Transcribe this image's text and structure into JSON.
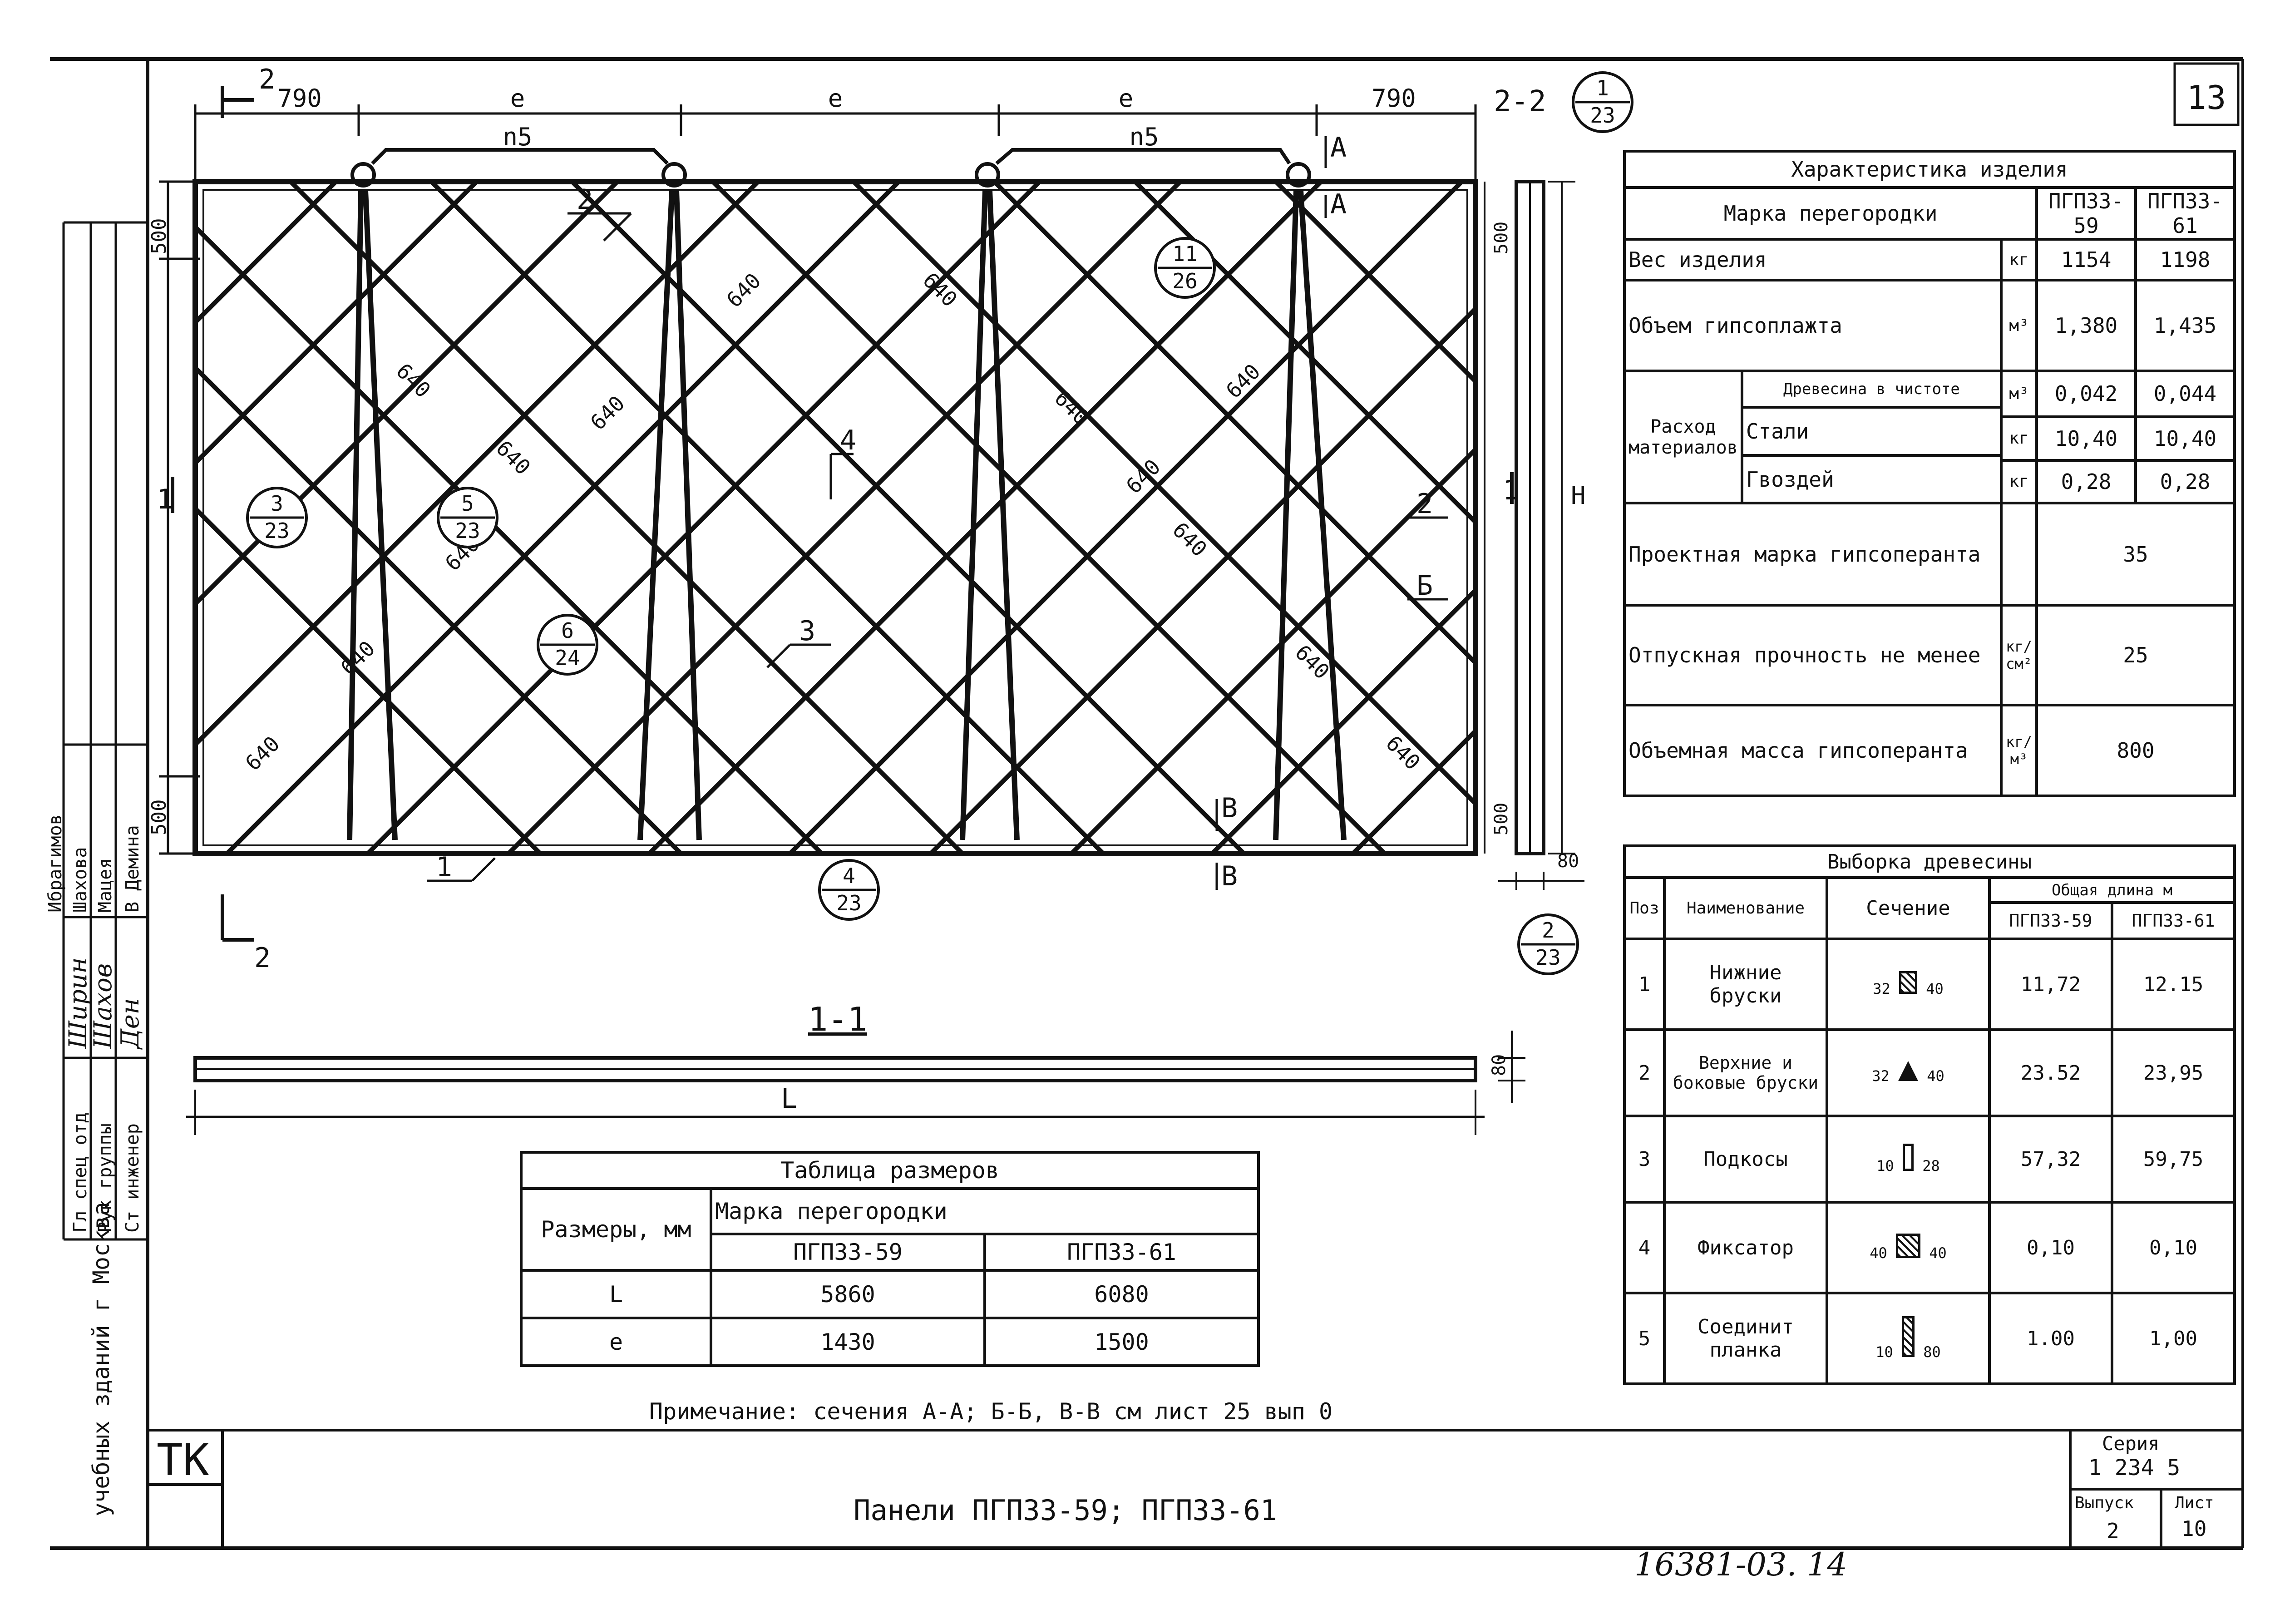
{
  "sheet_number": "13",
  "drawing_labels": {
    "section_2_2": "2-2",
    "section_1_1": "1-1",
    "cut_mark_2": "2",
    "cut_mark_1": "1",
    "length_L": "L",
    "height_H": "H",
    "dim_790": "790",
    "dim_e": "e",
    "dim_n5": "n5",
    "dim_500": "500",
    "dim_640": "640",
    "dim_80": "80",
    "mark_A": "A",
    "mark_B": "Б",
    "mark_V": "B",
    "leader_1": "1",
    "leader_2": "2",
    "leader_3": "3",
    "leader_4": "4",
    "callouts": [
      {
        "num": "1",
        "den": "23"
      },
      {
        "num": "11",
        "den": "26"
      },
      {
        "num": "3",
        "den": "23"
      },
      {
        "num": "5",
        "den": "23"
      },
      {
        "num": "6",
        "den": "24"
      },
      {
        "num": "4",
        "den": "23"
      },
      {
        "num": "2",
        "den": "23"
      }
    ]
  },
  "characteristics": {
    "title": "Характеристика изделия",
    "header": {
      "label": "Марка перегородки",
      "col1": "ПГП33-59",
      "col2": "ПГП33-61"
    },
    "weight": {
      "label": "Вес изделия",
      "unit": "кг",
      "v1": "1154",
      "v2": "1198"
    },
    "volume": {
      "label": "Объем гипсоплажта",
      "unit": "м³",
      "v1": "1,380",
      "v2": "1,435"
    },
    "consumption_label": "Расход материалов",
    "wood": {
      "label": "Древесина в чистоте",
      "unit": "м³",
      "v1": "0,042",
      "v2": "0,044"
    },
    "steel": {
      "label": "Стали",
      "unit": "кг",
      "v1": "10,40",
      "v2": "10,40"
    },
    "nails": {
      "label": "Гвоздей",
      "unit": "кг",
      "v1": "0,28",
      "v2": "0,28"
    },
    "design_grade": {
      "label": "Проектная марка гипсоперанта",
      "value": "35"
    },
    "strength": {
      "label": "Отпускная прочность не менее",
      "unit": "кг/см²",
      "value": "25"
    },
    "density": {
      "label": "Объемная масса гипсоперанта",
      "unit": "кг/м³",
      "value": "800"
    }
  },
  "wood_selection": {
    "title": "Выборка древесины",
    "headers": {
      "pos": "Поз",
      "name": "Наименование",
      "section": "Сечение",
      "total": "Общая длина м",
      "col1": "ПГП33-59",
      "col2": "ПГП33-61"
    },
    "rows": [
      {
        "pos": "1",
        "name": "Нижние бруски",
        "dim_a": "32",
        "dim_b": "40",
        "v1": "11,72",
        "v2": "12.15"
      },
      {
        "pos": "2",
        "name": "Верхние и боковые бруски",
        "dim_a": "32",
        "dim_b": "40",
        "v1": "23.52",
        "v2": "23,95"
      },
      {
        "pos": "3",
        "name": "Подкосы",
        "dim_a": "10",
        "dim_b": "28",
        "v1": "57,32",
        "v2": "59,75"
      },
      {
        "pos": "4",
        "name": "Фиксатор",
        "dim_a": "40",
        "dim_b": "40",
        "v1": "0,10",
        "v2": "0,10"
      },
      {
        "pos": "5",
        "name": "Соединит планка",
        "dim_a": "10",
        "dim_b": "80",
        "v1": "1.00",
        "v2": "1,00"
      }
    ]
  },
  "size_table": {
    "title": "Таблица размеров",
    "size_label": "Размеры, мм",
    "mark_label": "Марка перегородки",
    "col1": "ПГП33-59",
    "col2": "ПГП33-61",
    "rows": [
      {
        "label": "L",
        "v1": "5860",
        "v2": "6080"
      },
      {
        "label": "e",
        "v1": "1430",
        "v2": "1500"
      }
    ]
  },
  "note": "Примечание: сечения А-А; Б-Б, В-В см лист 25 вып 0",
  "title_block": {
    "tk": "ТК",
    "title": "Панели ПГП33-59; ПГП33-61",
    "series_label": "Серия",
    "series": "1 234 5",
    "issue_label": "Выпуск",
    "issue": "2",
    "sheet_label": "Лист",
    "sheet": "10",
    "org": "учебных зданий г Москва",
    "roles": [
      "Гл спец отд",
      "Рук группы",
      "Ст инженер"
    ],
    "names": [
      "Ибрагимов",
      "Шахова",
      "Мацея",
      "В Демина"
    ],
    "signatures": [
      "Ширин",
      "Шахов",
      "Ден"
    ]
  },
  "stamp": "16381-03. 14"
}
